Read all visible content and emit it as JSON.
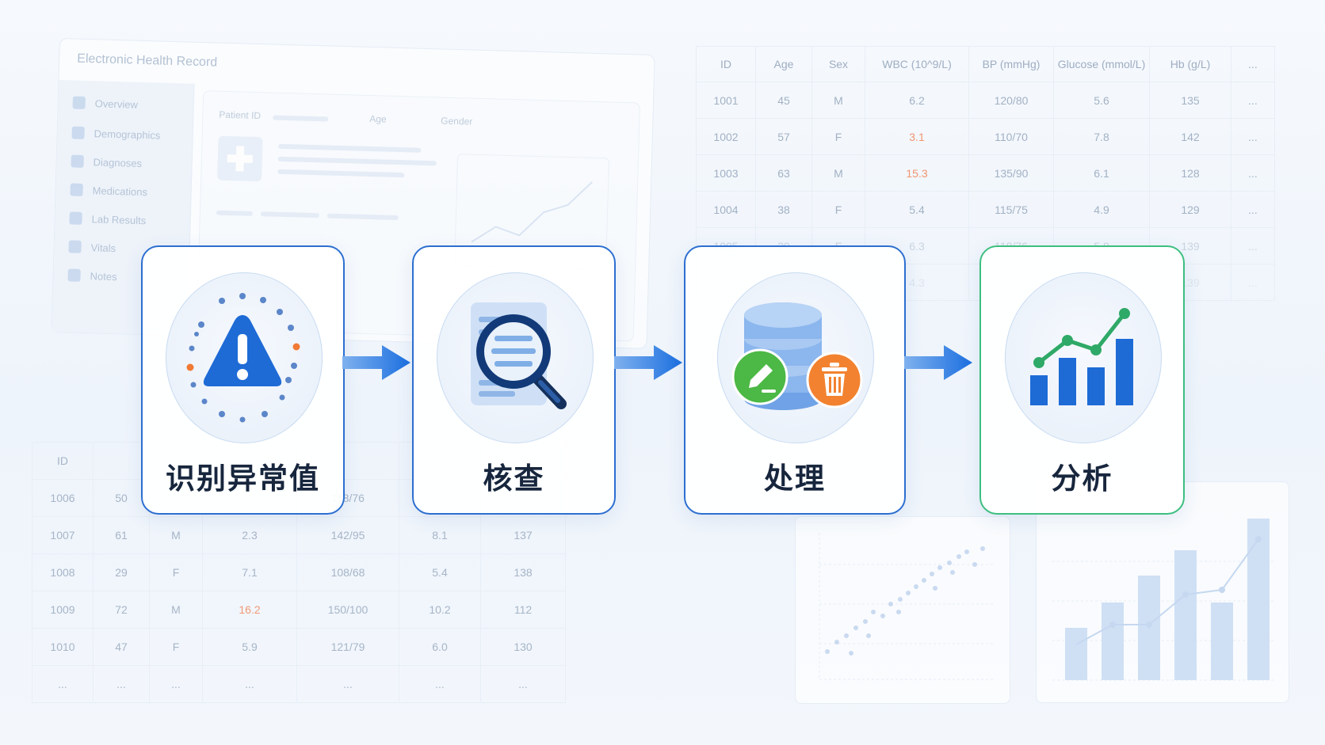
{
  "ehr": {
    "title": "Electronic Health Record",
    "sidebar": [
      {
        "label": "Overview",
        "icon": "grid-icon"
      },
      {
        "label": "Demographics",
        "icon": "person-icon"
      },
      {
        "label": "Diagnoses",
        "icon": "medical-kit-icon"
      },
      {
        "label": "Medications",
        "icon": "pill-icon"
      },
      {
        "label": "Lab Results",
        "icon": "flask-icon"
      },
      {
        "label": "Vitals",
        "icon": "heart-icon"
      },
      {
        "label": "Notes",
        "icon": "note-icon"
      }
    ],
    "fields": {
      "patient_id": "Patient ID",
      "age": "Age",
      "gender": "Gender"
    }
  },
  "table_top": {
    "headers": [
      "ID",
      "Age",
      "Sex",
      "WBC (10^9/L)",
      "BP (mmHg)",
      "Glucose (mmol/L)",
      "Hb (g/L)",
      "..."
    ],
    "rows": [
      [
        "1001",
        "45",
        "M",
        "6.2",
        "120/80",
        "5.6",
        "135",
        "..."
      ],
      [
        "1002",
        "57",
        "F",
        "3.1",
        "110/70",
        "7.8",
        "142",
        "..."
      ],
      [
        "1003",
        "63",
        "M",
        "15.3",
        "135/90",
        "6.1",
        "128",
        "..."
      ],
      [
        "1004",
        "38",
        "F",
        "5.4",
        "115/75",
        "4.9",
        "129",
        "..."
      ],
      [
        "1005",
        "29",
        "F",
        "6.3",
        "118/76",
        "5.8",
        "139",
        "..."
      ],
      [
        "",
        "",
        "",
        "4.3",
        "",
        "",
        "139",
        "..."
      ]
    ]
  },
  "table_bottom": {
    "headers": [
      "ID",
      "",
      "",
      "",
      "",
      "",
      "",
      ""
    ],
    "rows": [
      [
        "1006",
        "50",
        "",
        "",
        "118/76",
        "",
        "",
        ""
      ],
      [
        "1007",
        "61",
        "M",
        "2.3",
        "142/95",
        "8.1",
        "137"
      ],
      [
        "1008",
        "29",
        "F",
        "7.1",
        "108/68",
        "5.4",
        "138"
      ],
      [
        "1009",
        "72",
        "M",
        "16.2",
        "150/100",
        "10.2",
        "112"
      ],
      [
        "1010",
        "47",
        "F",
        "5.9",
        "121/79",
        "6.0",
        "130"
      ],
      [
        "...",
        "...",
        "...",
        "...",
        "...",
        "...",
        "..."
      ]
    ]
  },
  "flow": {
    "steps": [
      {
        "label": "识别异常值",
        "icon": "warning-icon",
        "border": "#2c6fd1"
      },
      {
        "label": "核查",
        "icon": "magnifier-document-icon",
        "border": "#2c6fd1"
      },
      {
        "label": "处理",
        "icon": "database-edit-delete-icon",
        "border": "#2c6fd1"
      },
      {
        "label": "分析",
        "icon": "bar-line-chart-icon",
        "border": "#3cbf80"
      }
    ]
  },
  "colors": {
    "accent": "#2c6fd1",
    "alert": "#f0906a",
    "edit": "#4cb845",
    "delete": "#f2822f",
    "analysis": "#3cbf80"
  }
}
